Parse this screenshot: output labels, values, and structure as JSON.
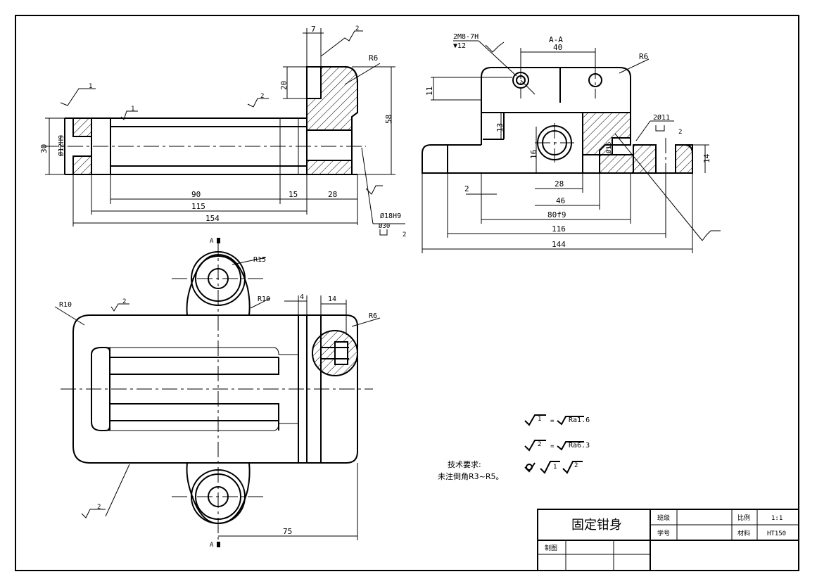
{
  "drawing": {
    "part_name": "固定钳身",
    "section_label": "A-A",
    "view_marker": "A",
    "thread_callout": "2M8-7H",
    "thread_depth": "▼12",
    "fit_callout_right": "2Ø11",
    "fit_depth_right": "2",
    "fit_callout_left": "Ø18H9",
    "fit_depth_left": "2",
    "fit_depth_mark": "Ø30"
  },
  "dimensions": {
    "top_left": [
      "7",
      "20",
      "58",
      "30",
      "Ø12H9",
      "90",
      "15",
      "28",
      "115",
      "154",
      "R6"
    ],
    "top_right": [
      "40",
      "R6",
      "11",
      "13",
      "16",
      "28",
      "46",
      "80f9",
      "116",
      "144",
      "2",
      "14",
      "Ø16"
    ],
    "bottom": [
      "R15",
      "R10",
      "R10",
      "4",
      "14",
      "R6",
      "75"
    ]
  },
  "roughness": {
    "symbol_1": "1",
    "symbol_2": "2",
    "legend_1": "Ra1.6",
    "legend_2": "Ra6.3"
  },
  "notes": {
    "title": "技术要求:",
    "line1": "未注倒角R3~R5。"
  },
  "title_block": {
    "class_label": "班级",
    "student_label": "学号",
    "scale_label": "比例",
    "scale_value": "1:1",
    "material_label": "材料",
    "material_value": "HT150",
    "drawn_label": "制图"
  }
}
